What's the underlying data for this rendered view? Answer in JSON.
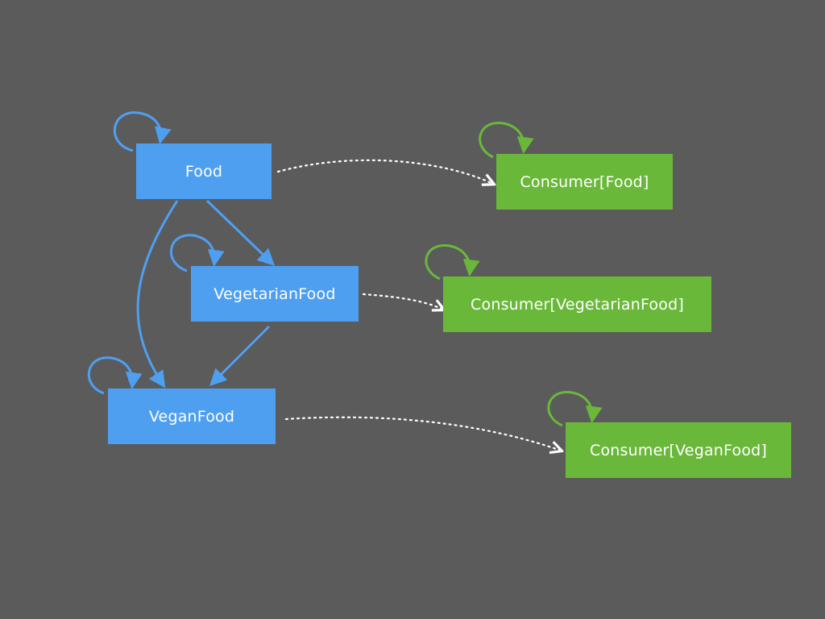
{
  "colors": {
    "background": "#5b5b5b",
    "type_node": "#4f9ff1",
    "consumer_node": "#6ab83a",
    "subtype_edge": "#4f9ff1",
    "consumer_self_edge": "#6ab83a",
    "mapping_edge": "#ffffff"
  },
  "nodes": {
    "food": "Food",
    "vegetarian_food": "VegetarianFood",
    "vegan_food": "VeganFood",
    "consumer_food": "Consumer[Food]",
    "consumer_vegetarian_food": "Consumer[VegetarianFood]",
    "consumer_vegan_food": "Consumer[VeganFood]"
  },
  "edges": [
    {
      "from": "food",
      "to": "food",
      "style": "solid",
      "color": "#4f9ff1"
    },
    {
      "from": "vegetarian_food",
      "to": "vegetarian_food",
      "style": "solid",
      "color": "#4f9ff1"
    },
    {
      "from": "vegan_food",
      "to": "vegan_food",
      "style": "solid",
      "color": "#4f9ff1"
    },
    {
      "from": "food",
      "to": "vegetarian_food",
      "style": "solid",
      "color": "#4f9ff1"
    },
    {
      "from": "food",
      "to": "vegan_food",
      "style": "solid",
      "color": "#4f9ff1"
    },
    {
      "from": "vegetarian_food",
      "to": "vegan_food",
      "style": "solid",
      "color": "#4f9ff1"
    },
    {
      "from": "consumer_food",
      "to": "consumer_food",
      "style": "solid",
      "color": "#6ab83a"
    },
    {
      "from": "consumer_vegetarian_food",
      "to": "consumer_vegetarian_food",
      "style": "solid",
      "color": "#6ab83a"
    },
    {
      "from": "consumer_vegan_food",
      "to": "consumer_vegan_food",
      "style": "solid",
      "color": "#6ab83a"
    },
    {
      "from": "food",
      "to": "consumer_food",
      "style": "dotted",
      "color": "#ffffff"
    },
    {
      "from": "vegetarian_food",
      "to": "consumer_vegetarian_food",
      "style": "dotted",
      "color": "#ffffff"
    },
    {
      "from": "vegan_food",
      "to": "consumer_vegan_food",
      "style": "dotted",
      "color": "#ffffff"
    }
  ]
}
